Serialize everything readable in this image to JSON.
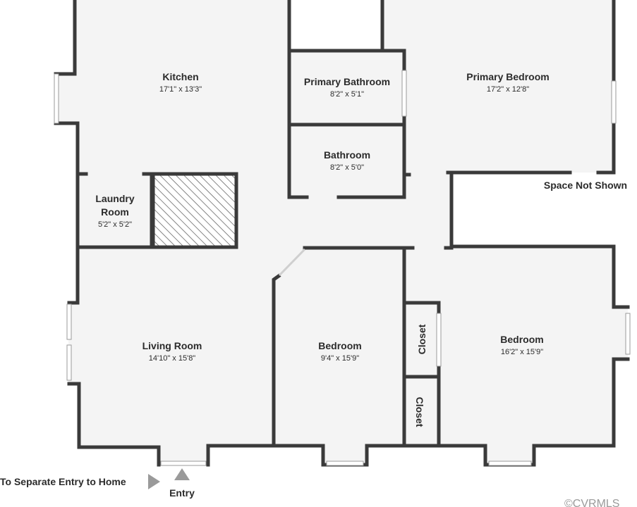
{
  "colors": {
    "wall": "#3a3a3a",
    "floor": "#f4f4f4",
    "window": "#dcdcdc",
    "arrow": "#9a9a9a"
  },
  "rooms": {
    "kitchen": {
      "name": "Kitchen",
      "dims": "17'1\" x 13'3\""
    },
    "primary_bathroom": {
      "name": "Primary Bathroom",
      "dims": "8'2\" x 5'1\""
    },
    "primary_bedroom": {
      "name": "Primary Bedroom",
      "dims": "17'2\" x 12'8\""
    },
    "bathroom": {
      "name": "Bathroom",
      "dims": "8'2\" x 5'0\""
    },
    "laundry_room": {
      "name_line1": "Laundry",
      "name_line2": "Room",
      "dims": "5'2\" x 5'2\""
    },
    "living_room": {
      "name": "Living Room",
      "dims": "14'10\" x 15'8\""
    },
    "bedroom_center": {
      "name": "Bedroom",
      "dims": "9'4\" x 15'9\""
    },
    "bedroom_right": {
      "name": "Bedroom",
      "dims": "16'2\" x 15'9\""
    },
    "closet_upper": {
      "name": "Closet"
    },
    "closet_lower": {
      "name": "Closet"
    }
  },
  "notes": {
    "space_not_shown": "Space Not Shown",
    "separate_entry": "To Separate Entry to Home",
    "entry": "Entry"
  },
  "watermark": "©CVRMLS"
}
